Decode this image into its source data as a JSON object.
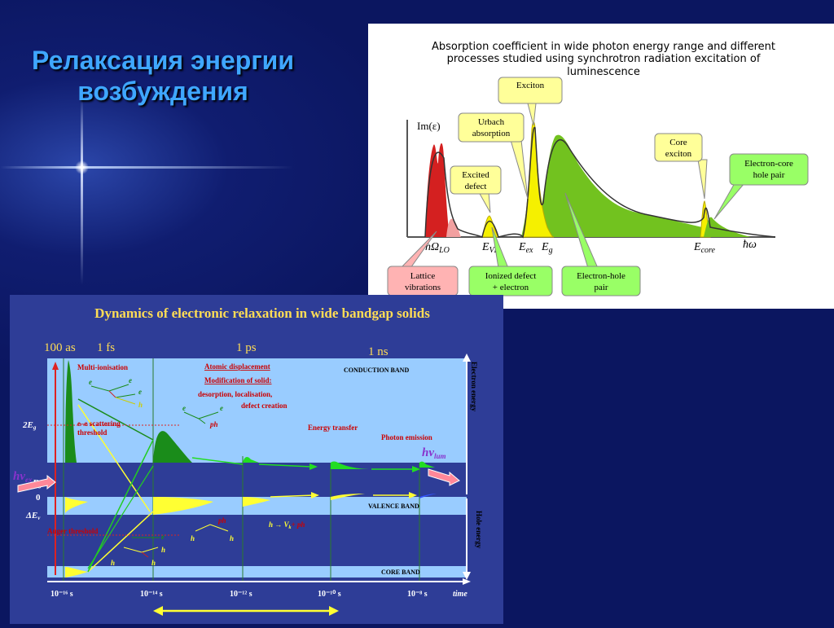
{
  "slide": {
    "title_line1": "Релаксация энергии",
    "title_line2": "возбуждения"
  },
  "absorption": {
    "title_line1": "Absorption coefficient in wide photon energy range and different",
    "title_line2": "processes studied using synchrotron radiation excitation of",
    "title_line3": "luminescence",
    "ylabel": "Im(ε)",
    "axis": {
      "hOmega_lo": "ħΩ",
      "lo_sub": "LO",
      "e_ve": "E",
      "ve_sub": "VE",
      "e_ex": "E",
      "ex_sub": "ex",
      "e_g": "E",
      "g_sub": "g",
      "e_core": "E",
      "core_sub": "core",
      "homega": "ħω"
    },
    "callouts": {
      "exciton": "Exciton",
      "urbach_1": "Urbach",
      "urbach_2": "absorption",
      "excited_1": "Excited",
      "excited_2": "defect",
      "core_exciton_1": "Core",
      "core_exciton_2": "exciton",
      "ecore_1": "Electron-core",
      "ecore_2": "hole pair",
      "lattice_1": "Lattice",
      "lattice_2": "vibrations",
      "ionized_1": "Ionized defect",
      "ionized_2": "+ electron",
      "ehole_1": "Electron-hole",
      "ehole_2": "pair"
    },
    "colors": {
      "red": "#d42020",
      "yellow": "#f5f000",
      "green": "#72c21f",
      "callout_yellow": "#ffff99",
      "callout_green": "#99ff66",
      "callout_pink": "#ffb3b3"
    }
  },
  "dynamics": {
    "title": "Dynamics of electronic relaxation in wide bandgap solids",
    "top_times": {
      "t100as": "100 as",
      "t1fs": "1 fs",
      "t1ps": "1 ps",
      "t1ns": "1 ns"
    },
    "labels": {
      "multi": "Multi-ionisation",
      "atomic": "Atomic displacement",
      "modif": "Modification of solid:",
      "desorp": "desorption, localisation,",
      "defect": "defect creation",
      "conduction": "CONDUCTION BAND",
      "valence": "VALENCE  BAND",
      "core": "CORE BAND",
      "energy_transfer": "Energy transfer",
      "photon_emission": "Photon emission",
      "scatter_1": "e–e scattering",
      "scatter_2": "threshold",
      "auger": "Auger  threshold",
      "electron_energy": "Electron energy",
      "hole_energy": "Hole energy",
      "two_eg": "2E",
      "eg": "E",
      "g_sub": "g",
      "zero": "0",
      "dEv": "ΔE",
      "v_sub": "v",
      "hv": "hν",
      "lum": "lum",
      "ex": "ex",
      "reaction": "h → V",
      "k_sub": "k",
      "plus_ph": "+ ph",
      "e": "e",
      "h": "h",
      "ph": "ph",
      "time": "time"
    },
    "bottom_ticks": [
      "10⁻¹⁶ s",
      "10⁻¹⁴ s",
      "10⁻¹² s",
      "10⁻¹⁰ s",
      "10⁻⁸ s"
    ],
    "colors": {
      "band": "#99ccff",
      "green": "#1a8c1a",
      "yellow": "#ffff33",
      "red": "#ff2222",
      "panel": "#2e3d97"
    }
  }
}
